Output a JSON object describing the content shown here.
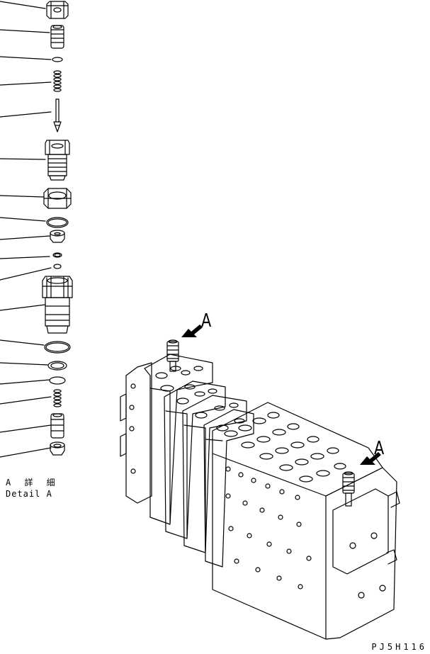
{
  "drawing": {
    "detail_label_jp": "A 詳 細",
    "detail_label_en": "Detail A",
    "drawing_code": "PJ5H116",
    "view_marker": "A",
    "view_marker_count": 2
  },
  "exploded_parts": [
    {
      "name": "cap-nut"
    },
    {
      "name": "spring-seat-sleeve"
    },
    {
      "name": "small-o-ring"
    },
    {
      "name": "coil-spring"
    },
    {
      "name": "poppet-needle"
    },
    {
      "name": "adjust-screw-body"
    },
    {
      "name": "lock-nut"
    },
    {
      "name": "o-ring"
    },
    {
      "name": "plug"
    },
    {
      "name": "backup-ring"
    },
    {
      "name": "small-ring"
    },
    {
      "name": "valve-body"
    },
    {
      "name": "large-o-ring"
    },
    {
      "name": "backup-ring-2"
    },
    {
      "name": "o-ring-2"
    },
    {
      "name": "spring"
    },
    {
      "name": "piston-sleeve"
    },
    {
      "name": "seat"
    }
  ]
}
